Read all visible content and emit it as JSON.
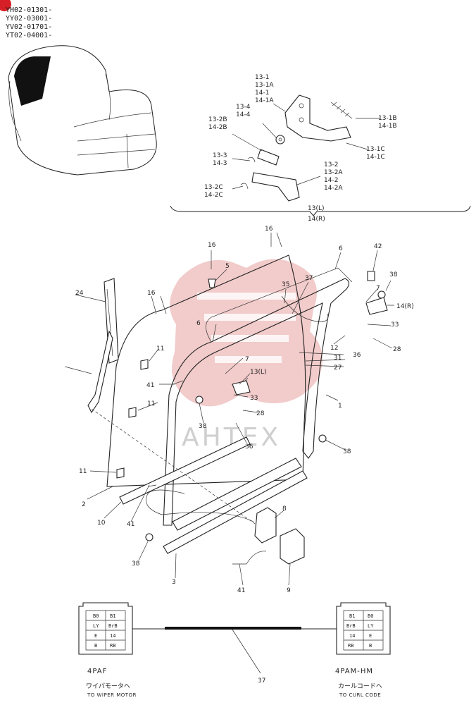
{
  "header": {
    "serials": [
      "YH02-01301-",
      "YY02-03001-",
      "YV02-01701-",
      "YT02-04001-"
    ]
  },
  "watermark": {
    "text": "AHTEX"
  },
  "detail": {
    "labels": [
      [
        "13-1",
        "13-1A",
        "14-1",
        "14-1A"
      ],
      [
        "13-4",
        "14-4"
      ],
      [
        "13-2B",
        "14-2B"
      ],
      [
        "13-1B",
        "14-1B"
      ],
      [
        "13-1C",
        "14-1C"
      ],
      [
        "13-3",
        "14-3"
      ],
      [
        "13-2",
        "13-2A",
        "14-2",
        "14-2A"
      ],
      [
        "13-2C",
        "14-2C"
      ]
    ],
    "group_labels": [
      "13(L)",
      "14(R)"
    ]
  },
  "callouts": [
    "16",
    "16",
    "16",
    "5",
    "6",
    "42",
    "38",
    "24",
    "35",
    "37",
    "7",
    "14(R)",
    "33",
    "28",
    "36",
    "12",
    "31",
    "27",
    "6",
    "11",
    "7",
    "13(L)",
    "41",
    "33",
    "28",
    "11",
    "38",
    "36",
    "1",
    "38",
    "11",
    "2",
    "10",
    "41",
    "8",
    "38",
    "3",
    "41",
    "9"
  ],
  "connectors": {
    "left": {
      "pins": [
        "B0",
        "B1",
        "LY",
        "BrB",
        "E",
        "14",
        "B",
        "RB"
      ],
      "code": "4PAF",
      "jp": "ワイパモータヘ",
      "en": "TO WIPER MOTOR"
    },
    "right": {
      "pins": [
        "B1",
        "B0",
        "BrB",
        "LY",
        "14",
        "E",
        "RB",
        "B"
      ],
      "code": "4PAM-HM",
      "jp": "カールコードヘ",
      "en": "TO CURL CODE"
    },
    "harness_label": "37"
  },
  "colors": {
    "line": "#222222",
    "watermark": "#e8a0a0",
    "badge": "#d61f26"
  }
}
